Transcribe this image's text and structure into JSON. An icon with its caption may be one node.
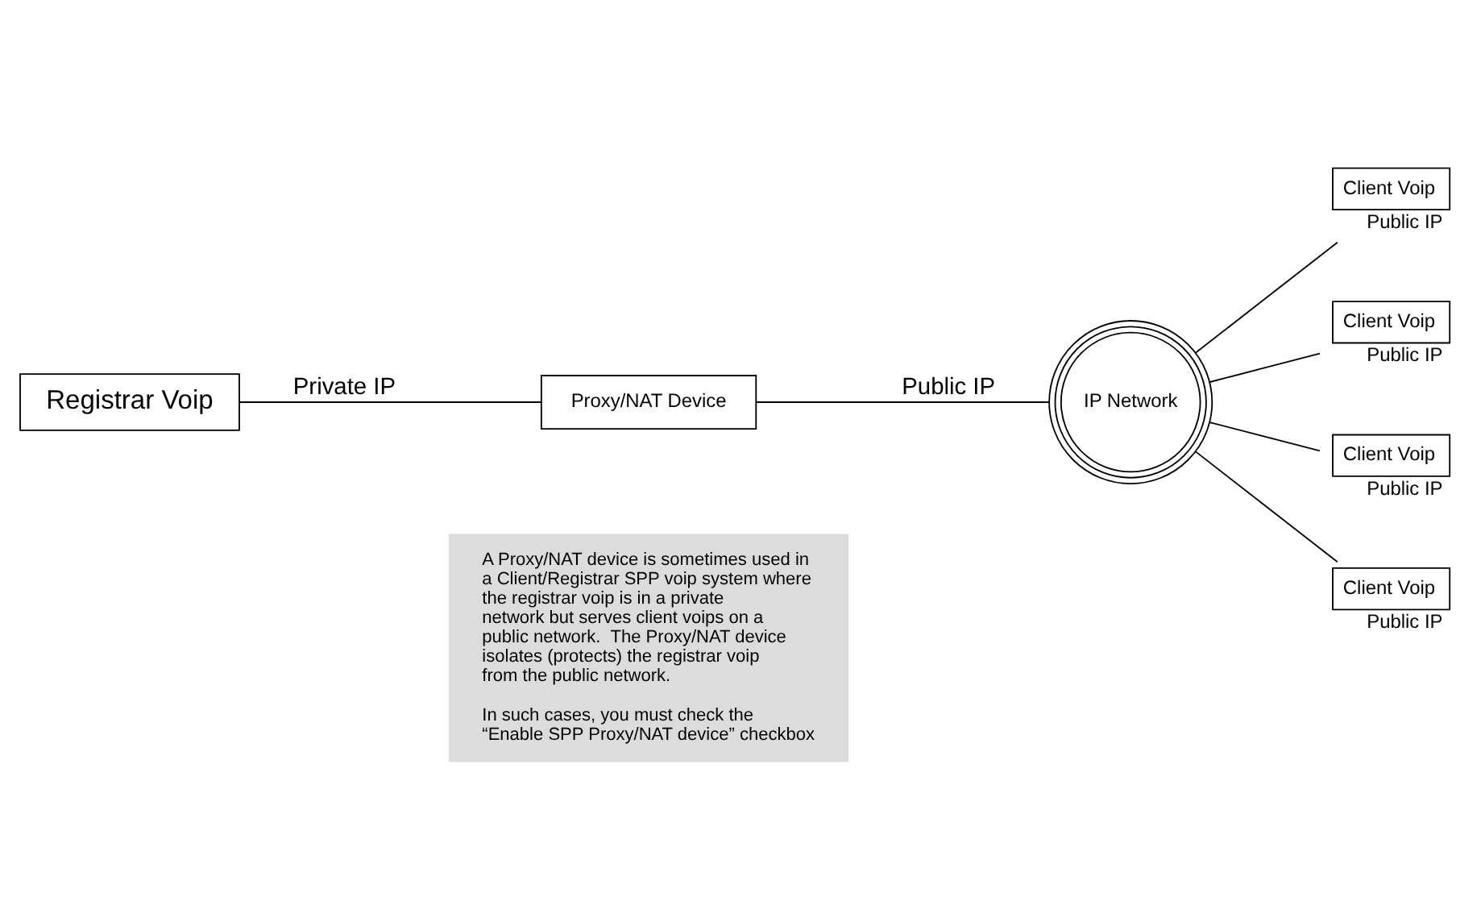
{
  "diagram": {
    "nodes": [
      {
        "text": [
          "Registrar Voip"
        ]
      },
      {
        "text": [
          "Proxy/NAT Device"
        ]
      },
      {
        "text": [
          "IP Network"
        ]
      },
      {
        "text": [
          "Client Voip"
        ],
        "beside": [
          "Public IP"
        ]
      },
      {
        "text": [
          "Client Voip"
        ],
        "beside": [
          "Public IP"
        ]
      },
      {
        "text": [
          "Client Voip"
        ],
        "beside": [
          "Public IP"
        ]
      },
      {
        "text": [
          "Client Voip"
        ],
        "beside": [
          "Public IP"
        ]
      },
      {
        "text": [
          "A Proxy/NAT device is sometimes used in a Client/Registrar SPP voip system where  the registrar voip is in a private network but serves client voips on a public network.  The Proxy/NAT device isolates (protects) the registrar voip from the public network.",
          "In such cases, you must check the “Enable SPP Proxy/NAT device” checkbox"
        ]
      }
    ],
    "edges": [
      {
        "from": 0,
        "to": 1,
        "arrow": "none",
        "label": "Private IP"
      },
      {
        "from": 1,
        "to": 2,
        "arrow": "none",
        "label": "Public IP"
      },
      {
        "from": 2,
        "to": 3,
        "arrow": "none"
      },
      {
        "from": 2,
        "to": 4,
        "arrow": "none"
      },
      {
        "from": 2,
        "to": 5,
        "arrow": "none"
      },
      {
        "from": 2,
        "to": 6,
        "arrow": "none"
      }
    ]
  }
}
